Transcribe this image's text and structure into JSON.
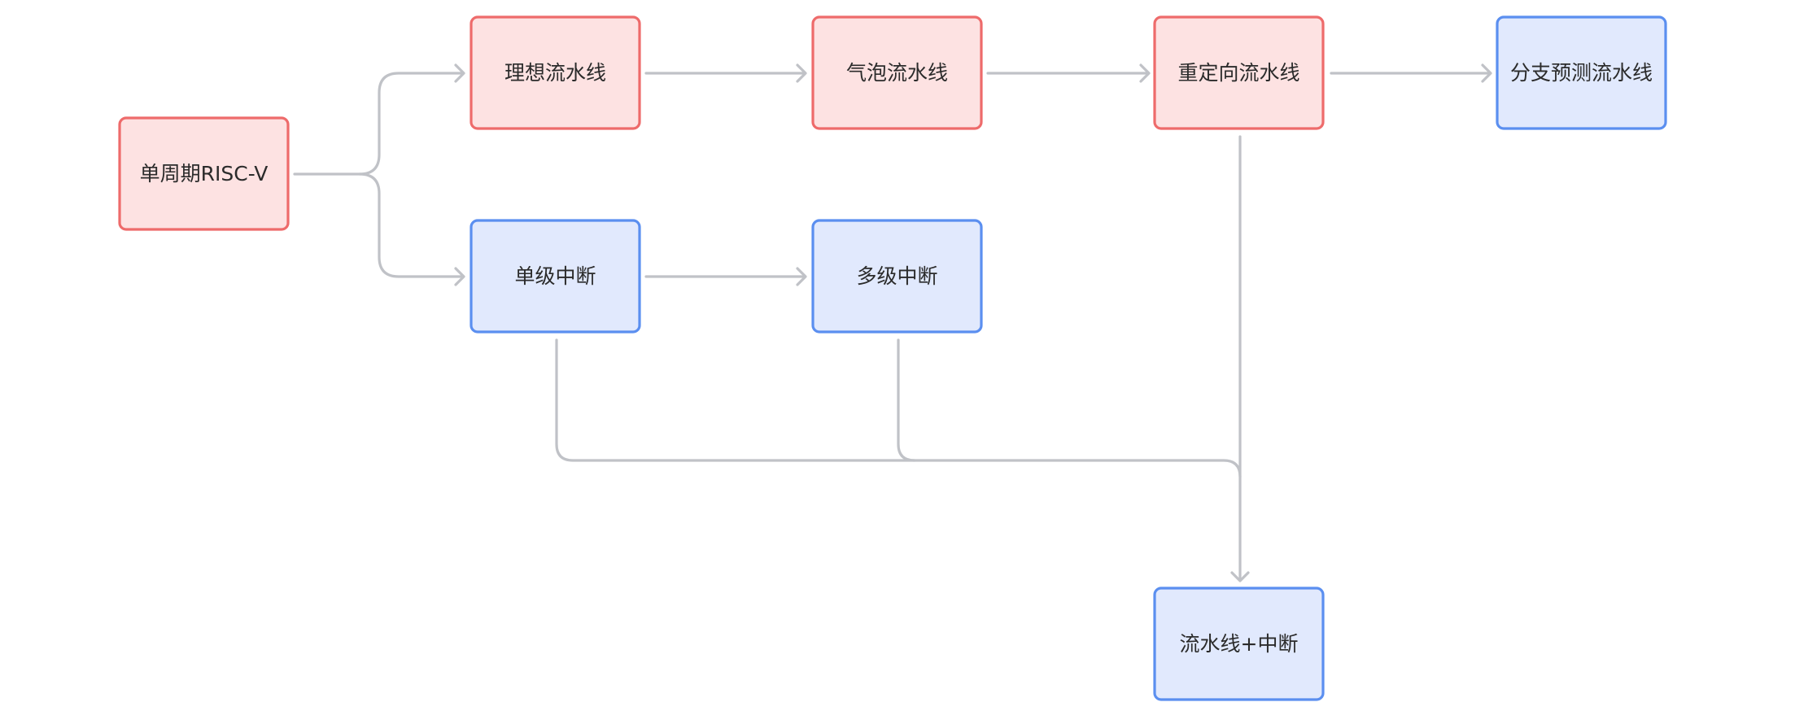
{
  "colors": {
    "red_fill": "#fde2e2",
    "red_stroke": "#ee6b6b",
    "blue_fill": "#e1e9fd",
    "blue_stroke": "#5b8ff0",
    "edge": "#c0c2c7",
    "text": "#2b2b2b"
  },
  "nodes": [
    {
      "id": "single-cycle",
      "label": "单周期RISC-V",
      "color": "red"
    },
    {
      "id": "ideal-pipeline",
      "label": "理想流水线",
      "color": "red"
    },
    {
      "id": "bubble-pipeline",
      "label": "气泡流水线",
      "color": "red"
    },
    {
      "id": "forwarding-pipeline",
      "label": "重定向流水线",
      "color": "red"
    },
    {
      "id": "branch-prediction-pipeline",
      "label": "分支预测流水线",
      "color": "blue"
    },
    {
      "id": "single-level-interrupt",
      "label": "单级中断",
      "color": "blue"
    },
    {
      "id": "multi-level-interrupt",
      "label": "多级中断",
      "color": "blue"
    },
    {
      "id": "pipeline-interrupt",
      "label": "流水线+中断",
      "color": "blue"
    }
  ],
  "edges": [
    {
      "from": "single-cycle",
      "to": "ideal-pipeline"
    },
    {
      "from": "single-cycle",
      "to": "single-level-interrupt"
    },
    {
      "from": "ideal-pipeline",
      "to": "bubble-pipeline"
    },
    {
      "from": "bubble-pipeline",
      "to": "forwarding-pipeline"
    },
    {
      "from": "forwarding-pipeline",
      "to": "branch-prediction-pipeline"
    },
    {
      "from": "single-level-interrupt",
      "to": "multi-level-interrupt"
    },
    {
      "from": "forwarding-pipeline",
      "to": "pipeline-interrupt"
    },
    {
      "from": "single-level-interrupt",
      "to": "pipeline-interrupt"
    },
    {
      "from": "multi-level-interrupt",
      "to": "pipeline-interrupt"
    }
  ]
}
